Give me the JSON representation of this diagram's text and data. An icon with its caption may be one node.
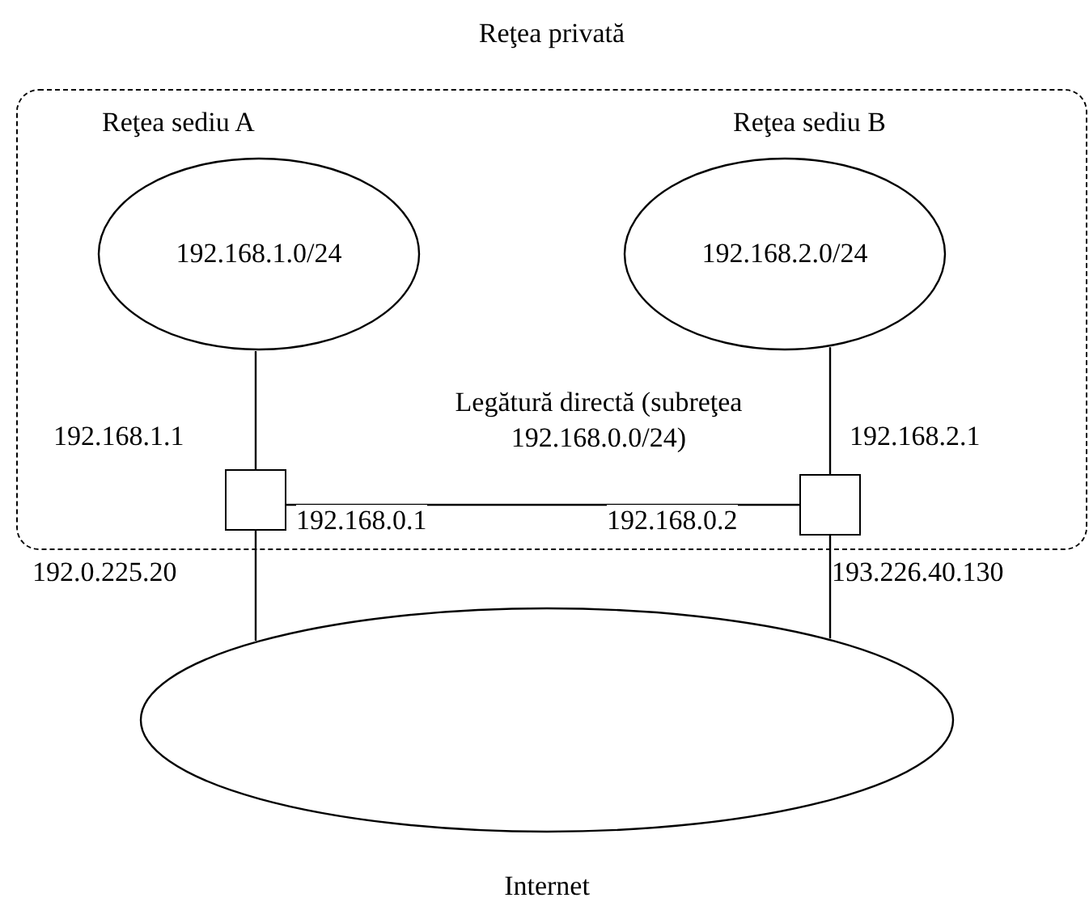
{
  "diagram": {
    "nodes": [
      {
        "text": [
          "Reţea privată"
        ]
      },
      {
        "text": [
          "192.168.1.0/24"
        ],
        "beside": [
          "Reţea sediu A"
        ],
        "in": 0
      },
      {
        "text": [
          "192.168.2.0/24"
        ],
        "beside": [
          "Reţea sediu B"
        ],
        "in": 0
      },
      {
        "text": [],
        "shape": "box",
        "in": 0
      },
      {
        "text": [],
        "shape": "box",
        "in": 0
      },
      {
        "text": [
          "Internet"
        ]
      }
    ],
    "edges": [
      {
        "from": 1,
        "to": 3,
        "arrow": "none"
      },
      {
        "from": 2,
        "to": 4,
        "arrow": "none"
      },
      {
        "from": 3,
        "to": 4,
        "arrow": "none",
        "label": "Legătură directă (subreţea 192.168.0.0/24)"
      },
      {
        "from": 3,
        "to": 5,
        "arrow": "none"
      },
      {
        "from": 4,
        "to": 5,
        "arrow": "none"
      }
    ],
    "labels": [
      "192.168.1.1",
      "192.168.2.1",
      "192.168.0.1",
      "192.168.0.2",
      "192.0.225.20",
      "193.226.40.130"
    ]
  }
}
